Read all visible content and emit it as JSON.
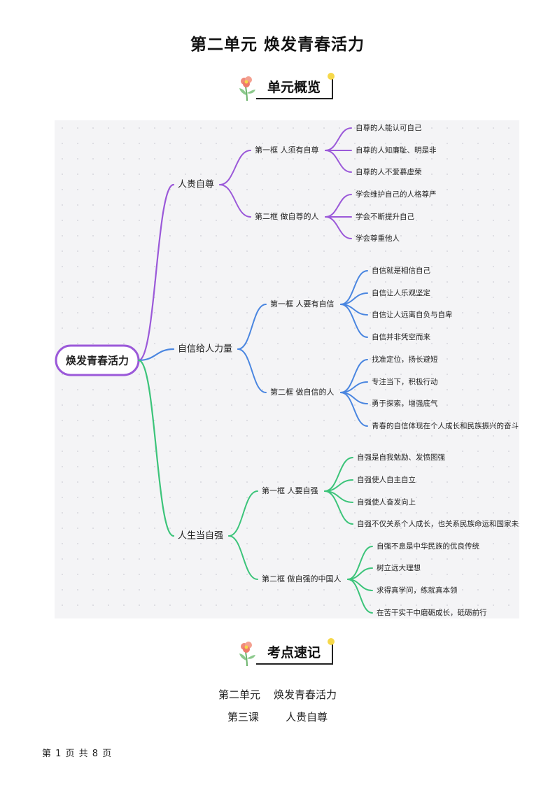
{
  "page_title": "第二单元  焕发青春活力",
  "badge_overview": "单元概览",
  "badge_points": "考点速记",
  "mindmap": {
    "root": "焕发青春活力",
    "branches": [
      {
        "label": "人贵自尊",
        "color": "#9b59d9",
        "frames": [
          {
            "label": "第一框 人须有自尊",
            "items": [
              "自尊的人能认可自己",
              "自尊的人知廉耻、明是非",
              "自尊的人不爱慕虚荣"
            ]
          },
          {
            "label": "第二框 做自尊的人",
            "items": [
              "学会维护自己的人格尊严",
              "学会不断提升自己",
              "学会尊重他人"
            ]
          }
        ]
      },
      {
        "label": "自信给人力量",
        "color": "#4a86e0",
        "frames": [
          {
            "label": "第一框 人要有自信",
            "items": [
              "自信就是相信自己",
              "自信让人乐观坚定",
              "自信让人远离自负与自卑",
              "自信并非凭空而来"
            ]
          },
          {
            "label": "第二框 做自信的人",
            "items": [
              "找准定位，扬长避短",
              "专注当下，积极行动",
              "勇于探索，增强底气",
              "青春的自信体现在个人成长和民族振兴的奋斗中"
            ]
          }
        ]
      },
      {
        "label": "人生当自强",
        "color": "#3cc47a",
        "frames": [
          {
            "label": "第一框 人要自强",
            "items": [
              "自强是自我勉励、发愤图强",
              "自强使人自主自立",
              "自强使人奋发向上",
              "自强不仅关系个人成长，也关系民族命运和国家未来"
            ]
          },
          {
            "label": "第二框 做自强的中国人",
            "items": [
              "自强不息是中华民族的优良传统",
              "树立远大理想",
              "求得真学问，练就真本领",
              "在苦干实干中磨砺成长，砥砺前行"
            ]
          }
        ]
      }
    ]
  },
  "section_title": "第二单元    焕发青春活力",
  "lesson_title": "第三课        人贵自尊",
  "footer": "第 1 页 共 8 页"
}
